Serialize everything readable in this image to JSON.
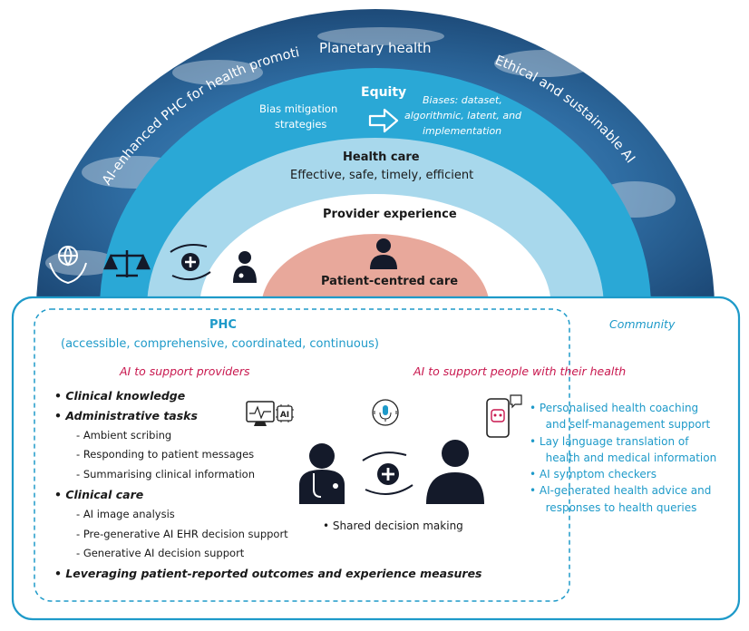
{
  "arcs": {
    "planetary_health": "Planetary health",
    "left_arc": "AI-enhanced PHC for health promotion and prevention",
    "right_arc": "Ethical and sustainable AI",
    "equity": {
      "title": "Equity",
      "left_line1": "Bias mitigation",
      "left_line2": "strategies",
      "right_line1": "Biases: dataset,",
      "right_line2": "algorithmic, latent, and",
      "right_line3": "implementation"
    },
    "health_care": {
      "title": "Health care",
      "subtitle": "Effective, safe, timely, efficient"
    },
    "provider_experience": "Provider experience",
    "patient_centred": "Patient-centred care"
  },
  "phc": {
    "title": "PHC",
    "subtitle": "(accessible, comprehensive, coordinated, continuous)",
    "community": "Community"
  },
  "providers": {
    "heading": "AI to support providers",
    "items": [
      {
        "text": "Clinical knowledge",
        "level": 1
      },
      {
        "text": "Administrative tasks",
        "level": 1
      },
      {
        "text": "Ambient scribing",
        "level": 2
      },
      {
        "text": "Responding to patient messages",
        "level": 2
      },
      {
        "text": "Summarising clinical information",
        "level": 2
      },
      {
        "text": "Clinical care",
        "level": 1
      },
      {
        "text": "AI image analysis",
        "level": 2
      },
      {
        "text": "Pre-generative AI EHR decision support",
        "level": 2
      },
      {
        "text": "Generative AI decision support",
        "level": 2
      },
      {
        "text": "Leveraging patient-reported outcomes and experience measures",
        "level": 1
      }
    ]
  },
  "people": {
    "heading": "AI to support people with their health",
    "items": [
      {
        "line1": "Personalised health coaching",
        "line2": "and self-management support"
      },
      {
        "line1": "Lay language translation of",
        "line2": "health and medical information"
      },
      {
        "line1": "AI symptom checkers",
        "line2": ""
      },
      {
        "line1": "AI-generated health advice and",
        "line2": "responses to health queries"
      }
    ]
  },
  "shared_decision": "Shared decision making",
  "icons": {
    "monitor_ai": "AI",
    "chip": "AI"
  },
  "colors": {
    "earth": "#2f6da3",
    "equity_ring": "#2aa8d6",
    "health_care_ring": "#a8d8ec",
    "provider_ring": "#ffffff",
    "patient_core": "#e8a89b",
    "phc_border": "#1e9ac9",
    "crimson": "#c8174e"
  }
}
